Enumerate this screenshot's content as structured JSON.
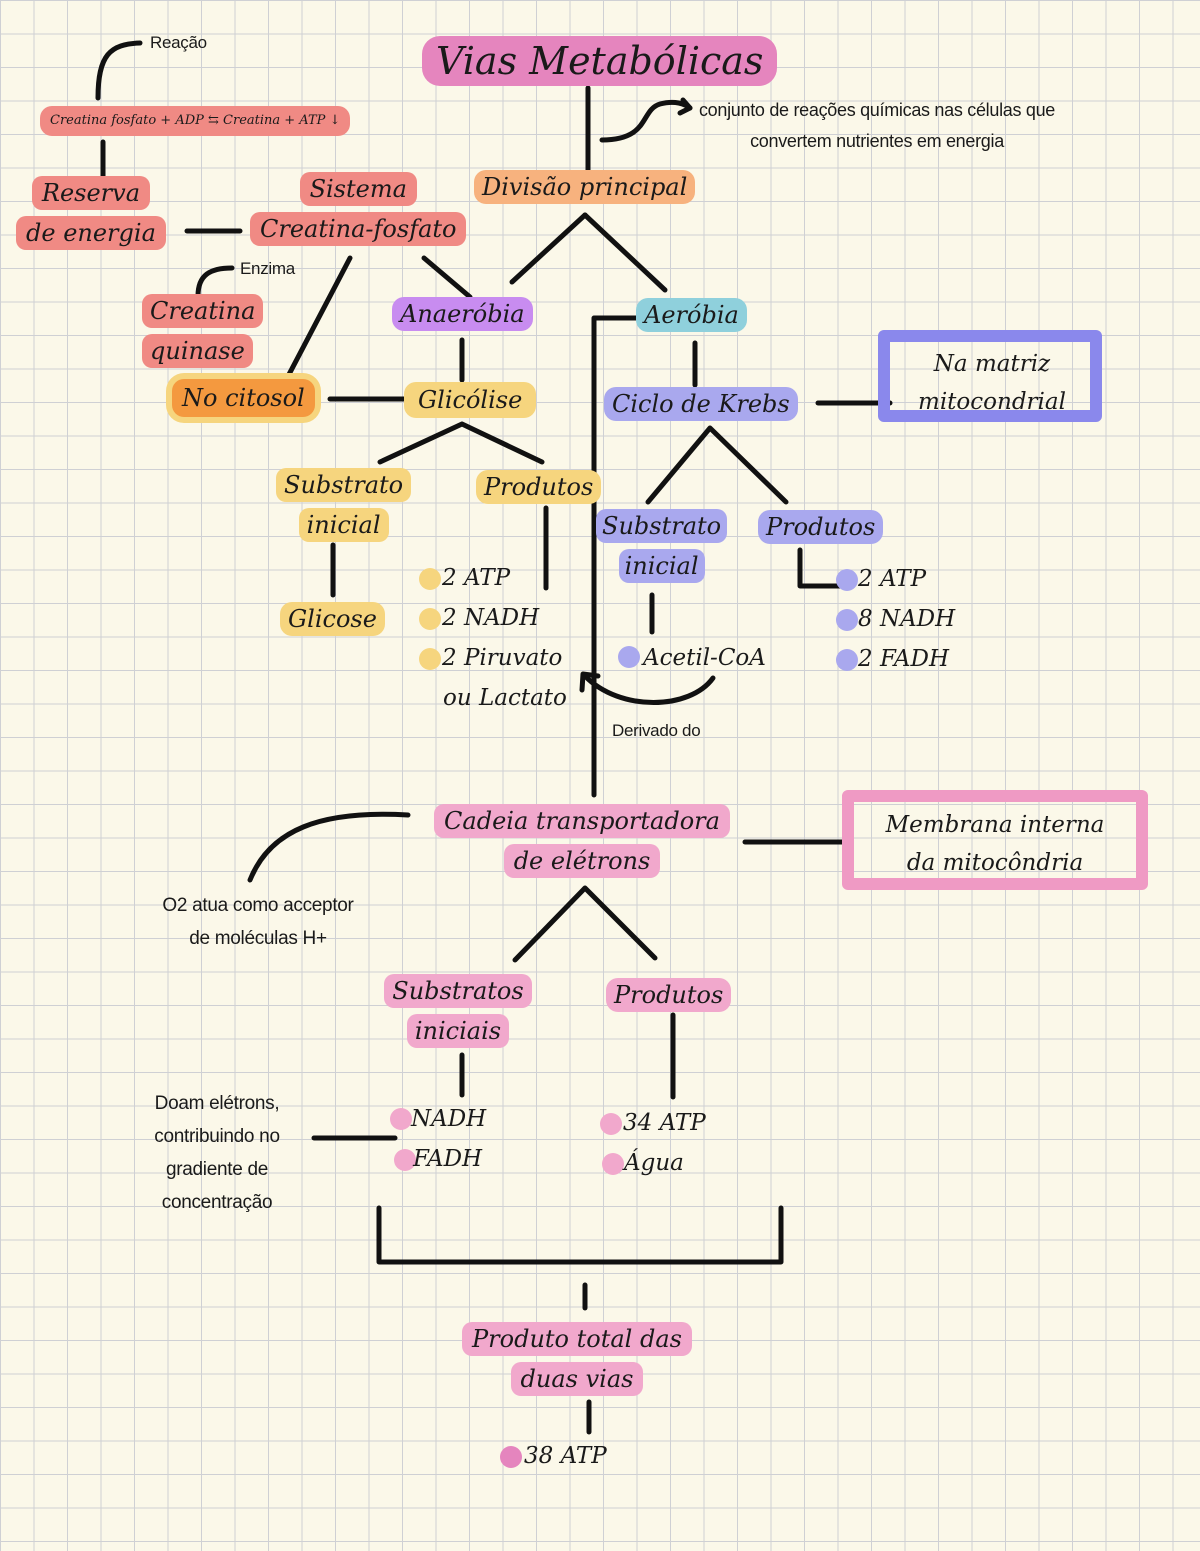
{
  "colors": {
    "red": "#f08a84",
    "orange": "#f7b27e",
    "purple": "#c88cf0",
    "teal": "#8fd0dc",
    "yellow": "#f6d57e",
    "blue": "#a9a8ee",
    "pink": "#f1a8cc",
    "titlepink": "#e585be"
  },
  "title": "Vias Metabólicas",
  "title_note": [
    "conjunto de reações químicas nas células que",
    "convertem nutrientes em energia"
  ],
  "divisao": "Divisão principal",
  "reacao_label": "Reação",
  "reacao_formula": "Creatina fosfato + ADP ⇆ Creatina + ATP ↓",
  "reserva": [
    "Reserva",
    "de energia"
  ],
  "sistema": [
    "Sistema",
    "Creatina-fosfato"
  ],
  "enzima_label": "Enzima",
  "creatina_quinase": [
    "Creatina",
    "quinase"
  ],
  "citosol": "No citosol",
  "anaerobia": "Anaeróbia",
  "aerobia": "Aeróbia",
  "glicolise": "Glicólise",
  "krebs": "Ciclo de Krebs",
  "matriz": [
    "Na matriz",
    "mitocondrial"
  ],
  "gli_substrato": [
    "Substrato",
    "inicial"
  ],
  "gli_produtos": "Produtos",
  "glicose": "Glicose",
  "gli_items": [
    "2 ATP",
    "2 NADH",
    "2 Piruvato"
  ],
  "lactato": "ou Lactato",
  "kr_substrato": [
    "Substrato",
    "inicial"
  ],
  "kr_produtos": "Produtos",
  "acetil": "Acetil-CoA",
  "derivado": "Derivado do",
  "kr_items": [
    "2 ATP",
    "8 NADH",
    "2 FADH"
  ],
  "cadeia": [
    "Cadeia transportadora",
    "de elétrons"
  ],
  "membrana": [
    "Membrana interna",
    "da mitocôndria"
  ],
  "o2_note": [
    "O2 atua como acceptor",
    "de moléculas H+"
  ],
  "ct_substratos": [
    "Substratos",
    "iniciais"
  ],
  "ct_produtos": "Produtos",
  "ct_subs_items": [
    "NADH",
    "FADH"
  ],
  "ct_prod_items": [
    "34 ATP",
    "Água"
  ],
  "doam_note": [
    "Doam elétrons,",
    "contribuindo no",
    "gradiente de",
    "concentração"
  ],
  "total": [
    "Produto total das",
    "duas vias"
  ],
  "total_value": "38 ATP"
}
